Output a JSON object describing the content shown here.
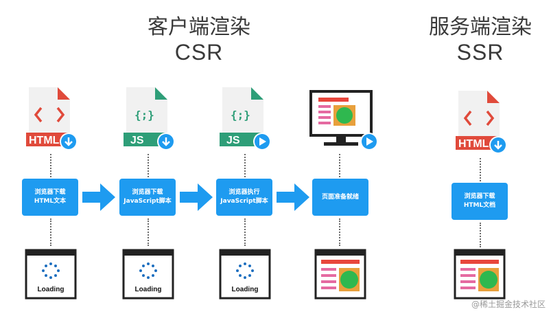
{
  "csr": {
    "title": "客户端渲染",
    "subtitle": "CSR"
  },
  "ssr": {
    "title": "服务端渲染",
    "subtitle": "SSR"
  },
  "file_labels": {
    "html": "HTML",
    "js": "JS"
  },
  "steps": [
    {
      "label": "浏览器下载\nHTML文本"
    },
    {
      "label": "浏览器下载\nJavaScript脚本"
    },
    {
      "label": "浏览器执行\nJavaScript脚本"
    },
    {
      "label": "页面准备就绪"
    },
    {
      "label": "浏览器下载\nHTML文档"
    }
  ],
  "loading_text": "Loading",
  "watermark": "@稀土掘金技术社区",
  "colors": {
    "blue": "#1e9bf0",
    "html_red": "#e04a3b",
    "js_green": "#2e9e78",
    "page_red": "#e8463c",
    "page_green": "#2fb84f",
    "page_pink": "#e56aa1"
  }
}
